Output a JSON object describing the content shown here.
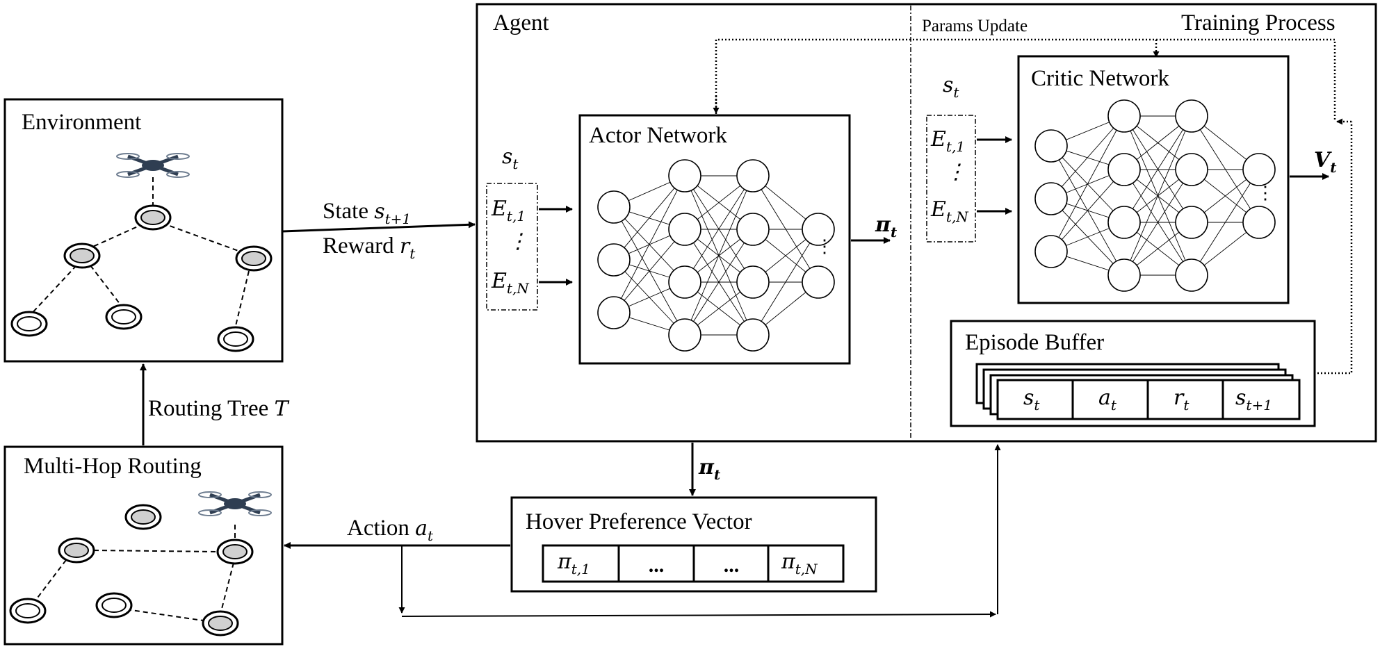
{
  "environment": {
    "title": "Environment"
  },
  "routing": {
    "title": "Multi-Hop Routing"
  },
  "agent": {
    "title": "Agent"
  },
  "training": {
    "title": "Training Process",
    "params_update": "Params Update"
  },
  "actor": {
    "title": "Actor Network",
    "input_label": "s",
    "input_label_sub": "t",
    "output_label": "π",
    "output_label_sub": "t"
  },
  "critic": {
    "title": "Critic Network",
    "input_label": "s",
    "input_label_sub": "t",
    "output_label": "V",
    "output_label_sub": "t"
  },
  "state_vector": {
    "entries": [
      {
        "main": "E",
        "sub": "t,1"
      },
      {
        "main": "⋮",
        "sub": ""
      },
      {
        "main": "E",
        "sub": "t,N"
      }
    ]
  },
  "episode_buffer": {
    "title": "Episode Buffer",
    "cells": [
      {
        "main": "s",
        "sub": "t"
      },
      {
        "main": "a",
        "sub": "t"
      },
      {
        "main": "r",
        "sub": "t"
      },
      {
        "main": "s",
        "sub": "t+1"
      }
    ]
  },
  "hover_vector": {
    "title": "Hover Preference Vector",
    "cells": [
      {
        "main": "π",
        "sub": "t,1"
      },
      {
        "main": "...",
        "sub": ""
      },
      {
        "main": "...",
        "sub": ""
      },
      {
        "main": "π",
        "sub": "t,N"
      }
    ],
    "input_label": "π",
    "input_label_sub": "t"
  },
  "arrows": {
    "state_prefix": "State ",
    "state_main": "s",
    "state_sub": "t+1",
    "reward_prefix": "Reward ",
    "reward_main": "r",
    "reward_sub": "t",
    "action_prefix": "Action ",
    "action_main": "a",
    "action_sub": "t",
    "routing_tree_prefix": "Routing Tree ",
    "routing_tree_main": "T"
  },
  "icons": [
    "drone-icon",
    "ue-node-icon",
    "neuron-icon"
  ]
}
